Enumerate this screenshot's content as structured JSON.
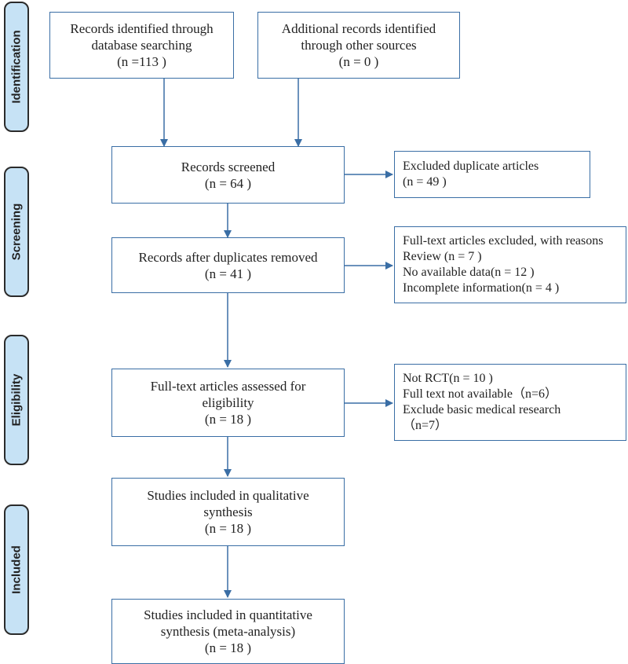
{
  "phases": {
    "identification": "Identification",
    "screening": "Screening",
    "eligibility": "Eligibility",
    "included": "Included"
  },
  "boxes": {
    "database": [
      "Records identified through",
      "database searching",
      "(n =113 )"
    ],
    "other_sources": [
      "Additional records identified",
      "through other sources",
      "(n = 0 )"
    ],
    "screened": [
      "Records screened",
      "(n = 64 )"
    ],
    "excluded_duplicates": [
      "Excluded duplicate articles",
      "(n = 49 )"
    ],
    "after_duplicates": [
      "Records after duplicates removed",
      "(n = 41 )"
    ],
    "fulltext_excluded": [
      "Full-text articles excluded, with reasons",
      "Review (n = 7 )",
      "No available data(n = 12 )",
      "Incomplete information(n = 4 )"
    ],
    "assessed": [
      "Full-text articles assessed for",
      "eligibility",
      "(n = 18 )"
    ],
    "eligibility_excluded": [
      "Not RCT(n = 10 )",
      "Full text not available（n=6）",
      "Exclude basic medical research",
      "（n=7）"
    ],
    "qualitative": [
      "Studies included in qualitative",
      "synthesis",
      "(n = 18 )"
    ],
    "quantitative": [
      "Studies included in quantitative",
      "synthesis (meta-analysis)",
      "(n = 18 )"
    ]
  }
}
